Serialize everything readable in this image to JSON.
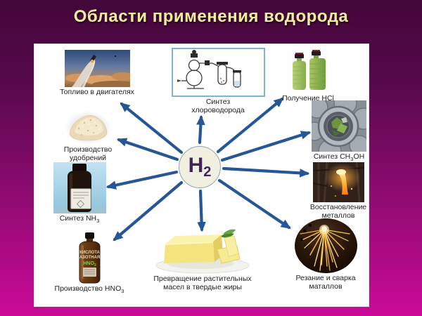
{
  "title": "Области применения водорода",
  "center": {
    "symbol": "H",
    "subscript": "2"
  },
  "items": {
    "fuel": {
      "label": "Топливо в двигателях"
    },
    "hcl_synth": {
      "line1": "Синтез",
      "line2": "хлороводорода"
    },
    "hcl_prod": {
      "label": "Получение HCl"
    },
    "methanol": {
      "pre": "Синтез CH",
      "sub": "3",
      "post": "OH"
    },
    "metal_reduction": {
      "line1": "Восстановление",
      "line2": "металлов"
    },
    "welding": {
      "line1": "Резание и сварка",
      "line2": "маталлов"
    },
    "fats": {
      "line1": "Превращение растительных",
      "line2": "масел в твердые жиры"
    },
    "nitric": {
      "pre": "Производство HNO",
      "sub": "3"
    },
    "ammonia": {
      "pre": "Синтез NH",
      "sub": "3"
    },
    "fertilizer": {
      "label": "Производство удобрений"
    }
  },
  "bottle_labels": {
    "nitric_line1": "КИСЛОТА",
    "nitric_line2": "АЗОТНАЯ",
    "nitric_formula_pre": "HNO",
    "nitric_formula_sub": "3"
  },
  "colors": {
    "background_top": "#43073a",
    "background_bottom": "#cb0a97",
    "title_text": "#f2ec9b",
    "panel_bg": "#ffffff",
    "arrow_blue": "#255796",
    "h2_text": "#41245a",
    "h2_circle_fill": "#f1f0e0",
    "apparatus_border": "#7fb2d4"
  }
}
